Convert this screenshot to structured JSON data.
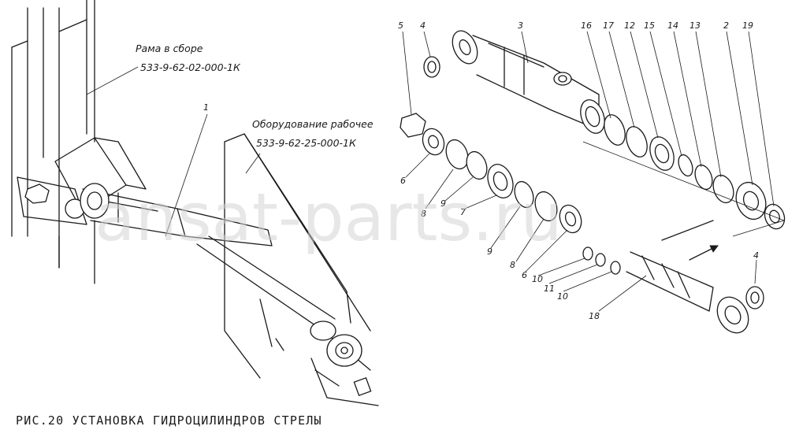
{
  "caption": "РИС.20 УСТАНОВКА ГИДРОЦИЛИНДРОВ СТРЕЛЫ",
  "watermark": "ansat-parts.ru",
  "references": {
    "frame": {
      "title": "Рама в сборе",
      "code": "533-9-62-02-000-1К"
    },
    "equipment": {
      "title": "Оборудование рабочее",
      "code": "533-9-62-25-000-1К"
    }
  },
  "part_numbers": {
    "p1": "1",
    "p2": "2",
    "p3": "3",
    "p4a": "4",
    "p4b": "4",
    "p5": "5",
    "p6a": "6",
    "p6b": "6",
    "p7": "7",
    "p8a": "8",
    "p8b": "8",
    "p9a": "9",
    "p9b": "9",
    "p10a": "10",
    "p10b": "10",
    "p11": "11",
    "p12": "12",
    "p13": "13",
    "p14": "14",
    "p15": "15",
    "p16": "16",
    "p17": "17",
    "p18": "18",
    "p19": "19"
  }
}
